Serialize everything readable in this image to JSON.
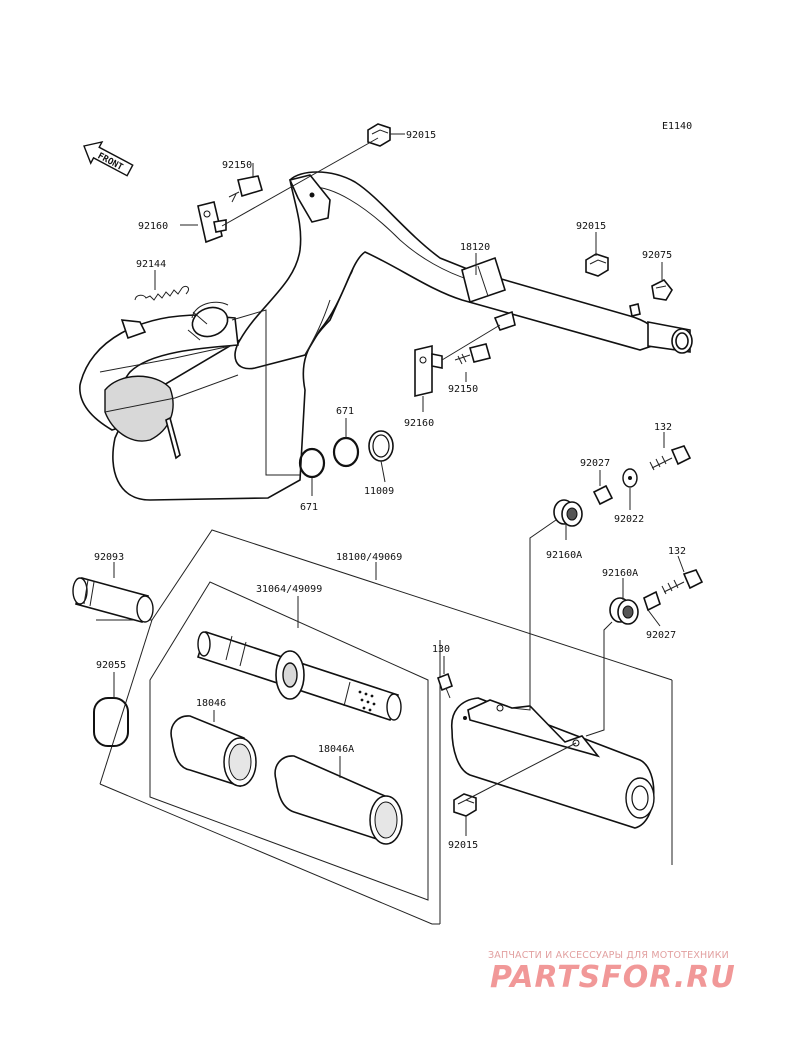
{
  "diagram": {
    "code": "E1140",
    "front_label": "FRONT",
    "labels": {
      "p92015_top": "92015",
      "p92150_top": "92150",
      "p92160_top": "92160",
      "p92144": "92144",
      "p18120": "18120",
      "p92015_mid": "92015",
      "p92075": "92075",
      "p92150_mid": "92150",
      "p92160_mid": "92160",
      "p671_top": "671",
      "p671_bottom": "671",
      "p11009": "11009",
      "p132_top": "132",
      "p92027_top": "92027",
      "p92022": "92022",
      "p92160A_left": "92160A",
      "p132_bottom": "132",
      "p92160A_right": "92160A",
      "p92027_bottom": "92027",
      "p92093": "92093",
      "p18100": "18100/49069",
      "p31064": "31064/49099",
      "p92055": "92055",
      "p18046": "18046",
      "p18046A": "18046A",
      "p130": "130",
      "p92015_bottom": "92015"
    }
  },
  "watermark": {
    "tagline": "ЗАПЧАСТИ И АКСЕССУАРЫ ДЛЯ МОТОТЕХНИКИ",
    "logo": "PARTSFOR.RU",
    "color": "#f19898"
  }
}
